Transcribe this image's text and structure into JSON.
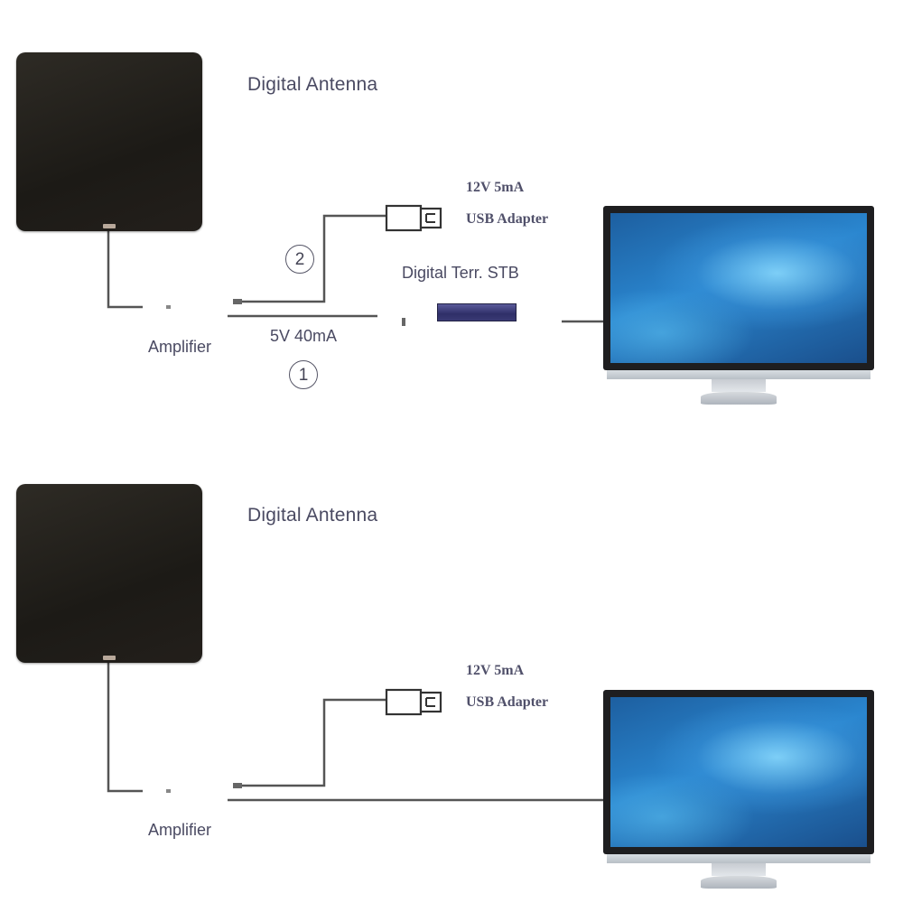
{
  "top": {
    "antenna_label": "Digital Antenna",
    "adapter_voltage": "12V 5mA",
    "adapter_label": "USB Adapter",
    "stb_label": "Digital Terr. STB",
    "amplifier_label": "Amplifier",
    "power_label": "5V 40mA",
    "step_one": "1",
    "step_two": "2"
  },
  "bottom": {
    "antenna_label": "Digital Antenna",
    "adapter_voltage": "12V 5mA",
    "adapter_label": "USB Adapter",
    "amplifier_label": "Amplifier"
  },
  "colors": {
    "wire": "#555555",
    "antenna": "#1f1d19",
    "stb": "#3a3a74",
    "screen": "#2a86cf"
  }
}
